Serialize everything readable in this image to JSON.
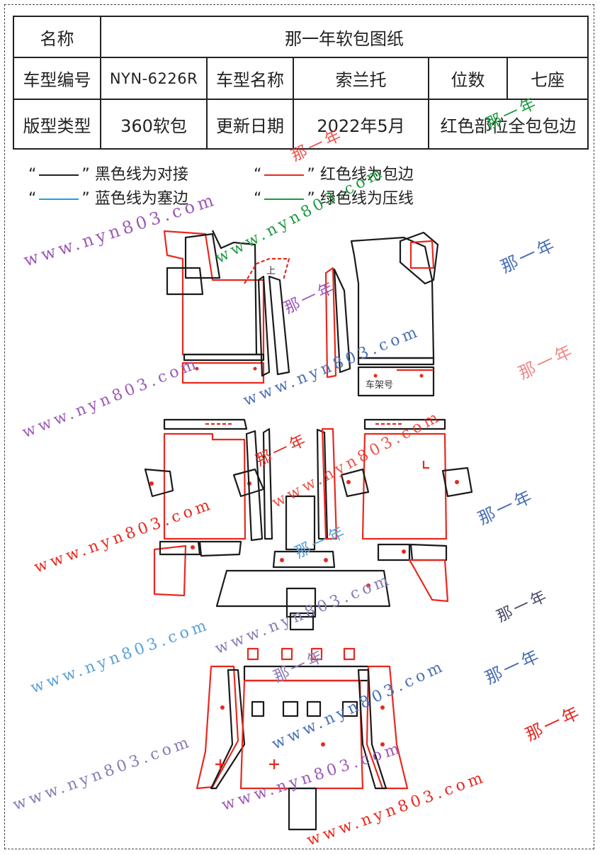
{
  "table": {
    "name_label": "名称",
    "name_value": "那一年软包图纸",
    "model_code_label": "车型编号",
    "model_code_value": "NYN-6226R",
    "model_name_label": "车型名称",
    "model_name_value": "索兰托",
    "seats_label": "位数",
    "seats_value": "七座",
    "style_label": "版型类型",
    "style_value": "360软包",
    "update_label": "更新日期",
    "update_value": "2022年5月",
    "note_value": "红色部位全包包边"
  },
  "legend": [
    {
      "text": "黑色线为对接",
      "color": "#222222"
    },
    {
      "text": "红色线为包边",
      "color": "#e8281e"
    },
    {
      "text": "蓝色线为塞边",
      "color": "#1aa0dc"
    },
    {
      "text": "绿色线为压线",
      "color": "#1a9a3c"
    }
  ],
  "diagram": {
    "label_frame_number": "车架号",
    "label_up": "上",
    "black_color": "#1a1a1a",
    "red_color": "#e8281e"
  },
  "watermarks": {
    "url_text": "www.nyn803.com",
    "brand_text": "那一年",
    "colors": [
      "#9b59b6",
      "#1a9a3c",
      "#4a6fb5",
      "#e8281e",
      "#5aa0d8",
      "#8a7ab5"
    ]
  }
}
